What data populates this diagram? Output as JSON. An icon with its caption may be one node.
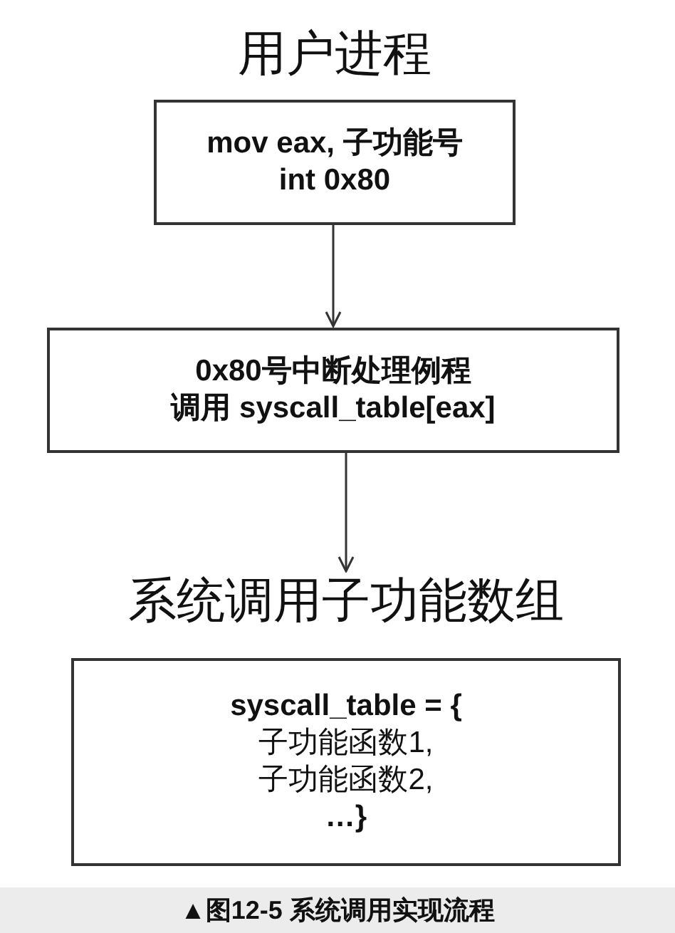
{
  "diagram": {
    "caption": "▲图12-5 系统调用实现流程",
    "nodes": [
      {
        "text": [
          "用户进程",
          "mov eax, 子功能号",
          "int 0x80"
        ]
      },
      {
        "text": [
          "0x80号中断处理例程",
          "调用 syscall_table[eax]"
        ]
      },
      {
        "text": [
          "系统调用子功能数组",
          "syscall_table = {",
          "子功能函数1,",
          "子功能函数2,",
          "…}"
        ]
      }
    ],
    "edges": [
      {
        "from": 0,
        "to": 1,
        "arrow": "to"
      },
      {
        "from": 1,
        "to": 2,
        "arrow": "to"
      }
    ]
  }
}
